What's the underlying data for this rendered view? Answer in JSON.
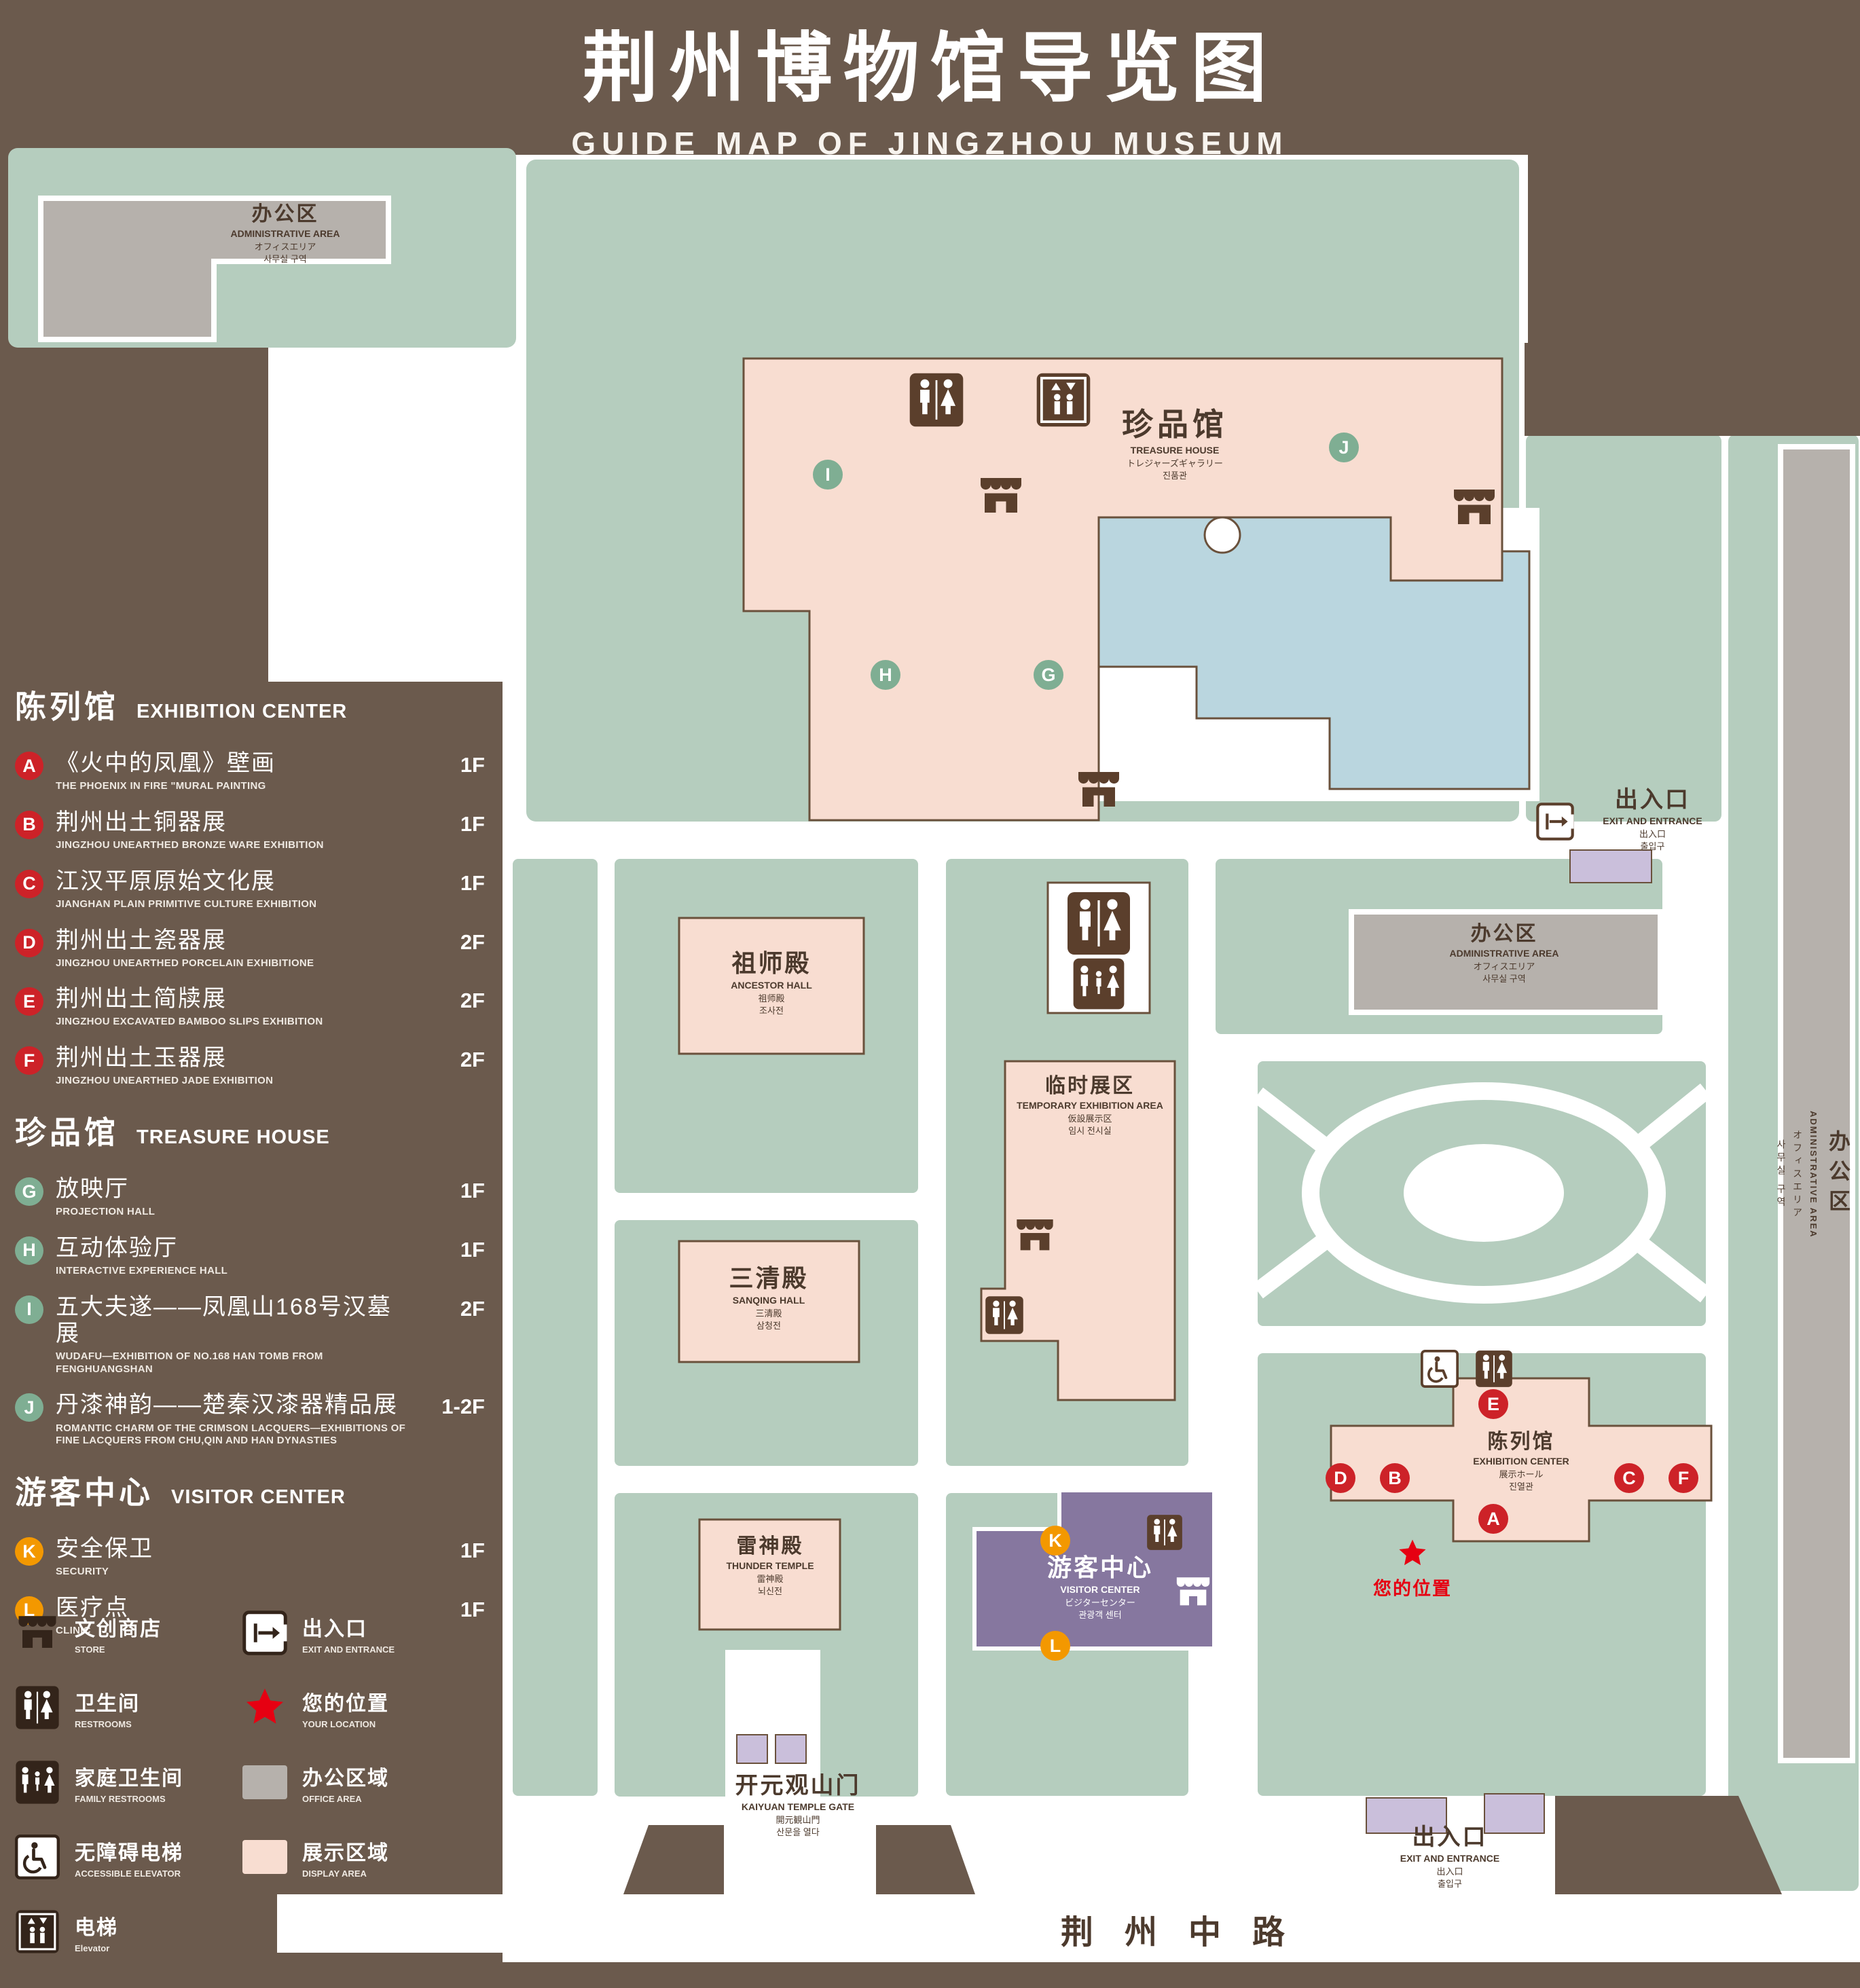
{
  "colors": {
    "background_brown": "#6b5a4d",
    "path_white": "#ffffff",
    "green_grounds": "#b5cdbe",
    "display_area_pink": "#f8ddd1",
    "office_area_gray": "#b6b1ac",
    "lake_blue": "#bad6df",
    "visitor_center_purple": "#86779f",
    "entrance_light_purple": "#cabfdb",
    "marker_red": "#cd2228",
    "marker_green": "#7fae93",
    "marker_orange": "#f39800",
    "your_location_red": "#e60012",
    "map_text_dark": "#4c3a2d"
  },
  "icons": {
    "store-icon": "awning-shop-front",
    "exit-icon": "arrow-through-door-square",
    "restroom-icon": "man-woman-figures-square",
    "family-restroom-icon": "family-figures-square",
    "accessible-elevator-icon": "wheelchair-in-outlined-square",
    "elevator-icon": "figures-with-up-down-arrows-square",
    "location-star-icon": "red-five-point-star",
    "office-area-swatch": "gray-square",
    "display-area-swatch": "pink-square"
  },
  "header": {
    "title_zh": "荆州博物馆导览图",
    "title_en": "GUIDE MAP OF JINGZHOU MUSEUM"
  },
  "legend": {
    "sections": [
      {
        "title_zh": "陈列馆",
        "title_en": "EXHIBITION CENTER",
        "items": [
          {
            "letter": "A",
            "zh": "《火中的凤凰》壁画",
            "en": "THE PHOENIX IN FIRE \"MURAL PAINTING",
            "floor": "1F"
          },
          {
            "letter": "B",
            "zh": "荆州出土铜器展",
            "en": "JINGZHOU UNEARTHED BRONZE WARE EXHIBITION",
            "floor": "1F"
          },
          {
            "letter": "C",
            "zh": "江汉平原原始文化展",
            "en": "JIANGHAN PLAIN PRIMITIVE CULTURE EXHIBITION",
            "floor": "1F"
          },
          {
            "letter": "D",
            "zh": "荆州出土瓷器展",
            "en": "JINGZHOU UNEARTHED PORCELAIN EXHIBITIONE",
            "floor": "2F"
          },
          {
            "letter": "E",
            "zh": "荆州出土简牍展",
            "en": "JINGZHOU EXCAVATED BAMBOO SLIPS EXHIBITION",
            "floor": "2F"
          },
          {
            "letter": "F",
            "zh": "荆州出土玉器展",
            "en": "JINGZHOU UNEARTHED JADE EXHIBITION",
            "floor": "2F"
          }
        ]
      },
      {
        "title_zh": "珍品馆",
        "title_en": "TREASURE HOUSE",
        "items": [
          {
            "letter": "G",
            "zh": "放映厅",
            "en": "PROJECTION HALL",
            "floor": "1F"
          },
          {
            "letter": "H",
            "zh": "互动体验厅",
            "en": "INTERACTIVE EXPERIENCE HALL",
            "floor": "1F"
          },
          {
            "letter": "I",
            "zh": "五大夫遂——凤凰山168号汉墓展",
            "en": "WUDAFU—EXHIBITION OF NO.168 HAN TOMB FROM FENGHUANGSHAN",
            "floor": "2F"
          },
          {
            "letter": "J",
            "zh": "丹漆神韵——楚秦汉漆器精品展",
            "en": "ROMANTIC CHARM OF THE CRIMSON LACQUERS—EXHIBITIONS OF FINE LACQUERS FROM CHU,QIN AND HAN DYNASTIES",
            "floor": "1-2F"
          }
        ]
      },
      {
        "title_zh": "游客中心",
        "title_en": "VISITOR CENTER",
        "items": [
          {
            "letter": "K",
            "zh": "安全保卫",
            "en": "SECURITY",
            "floor": "1F"
          },
          {
            "letter": "L",
            "zh": "医疗点",
            "en": "CLINIC",
            "floor": "1F"
          }
        ]
      }
    ],
    "symbols": [
      {
        "icon": "store-icon",
        "zh": "文创商店",
        "en": "STORE"
      },
      {
        "icon": "exit-icon",
        "zh": "出入口",
        "en": "EXIT AND ENTRANCE"
      },
      {
        "icon": "restroom-icon",
        "zh": "卫生间",
        "en": "RESTROOMS"
      },
      {
        "icon": "location-star-icon",
        "zh": "您的位置",
        "en": "YOUR LOCATION"
      },
      {
        "icon": "family-restroom-icon",
        "zh": "家庭卫生间",
        "en": "FAMILY RESTROOMS"
      },
      {
        "icon": "office-area-swatch",
        "zh": "办公区域",
        "en": "OFFICE AREA"
      },
      {
        "icon": "accessible-elevator-icon",
        "zh": "无障碍电梯",
        "en": "ACCESSIBLE ELEVATOR"
      },
      {
        "icon": "display-area-swatch",
        "zh": "展示区域",
        "en": "DISPLAY AREA"
      },
      {
        "icon": "elevator-icon",
        "zh": "电梯",
        "en": "Elevator"
      }
    ]
  },
  "map": {
    "admin_top_left": {
      "zh": "办公区",
      "en": "ADMINISTRATIVE AREA",
      "ja": "オフィスエリア",
      "ko": "사무실 구역"
    },
    "treasure_house": {
      "zh": "珍品馆",
      "en": "TREASURE HOUSE",
      "ja": "トレジャーズギャラリー",
      "ko": "진품관"
    },
    "exit_east": {
      "zh": "出入口",
      "en": "EXIT AND ENTRANCE",
      "ja": "出入口",
      "ko": "출입구"
    },
    "ancestor_hall": {
      "zh": "祖师殿",
      "en": "ANCESTOR HALL",
      "ja": "祖师殿",
      "ko": "조사전"
    },
    "admin_right": {
      "zh": "办公区",
      "en": "ADMINISTRATIVE AREA",
      "ja": "オフィスエリア",
      "ko": "사무실 구역"
    },
    "temporary_area": {
      "zh": "临时展区",
      "en": "TEMPORARY EXHIBITION AREA",
      "ja": "仮設展示区",
      "ko": "임시 전시실"
    },
    "sanqing_hall": {
      "zh": "三清殿",
      "en": "SANQING HALL",
      "ja": "三清殿",
      "ko": "삼청전"
    },
    "thunder_temple": {
      "zh": "雷神殿",
      "en": "THUNDER TEMPLE",
      "ja": "雷神殿",
      "ko": "뇌신전"
    },
    "visitor_center": {
      "zh": "游客中心",
      "en": "VISITOR CENTER",
      "ja": "ビジターセンター",
      "ko": "관광객 센터"
    },
    "exhibition_center": {
      "zh": "陈列馆",
      "en": "EXHIBITION CENTER",
      "ja": "展示ホール",
      "ko": "진열관"
    },
    "admin_east_strip": {
      "zh": "办公区",
      "en": "ADMINISTRATIVE AREA",
      "ja": "オフィスエリア",
      "ko": "사무실 구역"
    },
    "your_location": {
      "zh": "您的位置"
    },
    "kaiyuan_gate": {
      "zh": "开元观山门",
      "en": "KAIYUAN TEMPLE GATE",
      "ja": "開元観山門",
      "ko": "산문을 열다"
    },
    "exit_south": {
      "zh": "出入口",
      "en": "EXIT AND ENTRANCE",
      "ja": "出入口",
      "ko": "출입구"
    },
    "road": {
      "zh": "荆州中路"
    },
    "markers": [
      "A",
      "B",
      "C",
      "D",
      "E",
      "F",
      "G",
      "H",
      "I",
      "J",
      "K",
      "L"
    ]
  }
}
